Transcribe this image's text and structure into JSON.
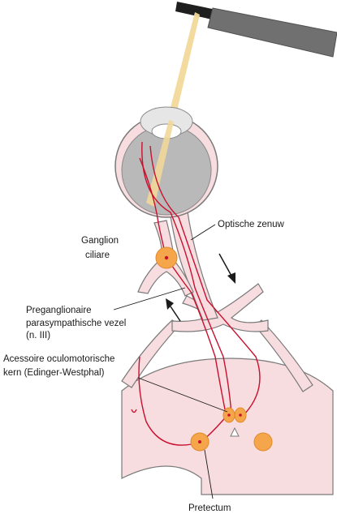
{
  "labels": {
    "optic_nerve": "Optische zenuw",
    "ganglion_line1": "Ganglion",
    "ganglion_line2": "ciliare",
    "pregang_line1": "Preganglionaire",
    "pregang_line2": "parasympathische vezel",
    "pregang_line3": "(n. III)",
    "nucleus_line1": "Acessoire oculomotorische",
    "nucleus_line2": "kern (Edinger-Westphal)",
    "pretectum": "Pretectum"
  },
  "colors": {
    "tissue_fill": "#f8dde0",
    "tissue_stroke": "#7a7a7a",
    "nerve_red": "#c8102e",
    "nucleus_orange": "#f5a54a",
    "nucleus_stroke": "#e08a2a",
    "light_beam": "#f2d89a",
    "flashlight": "#707070"
  }
}
